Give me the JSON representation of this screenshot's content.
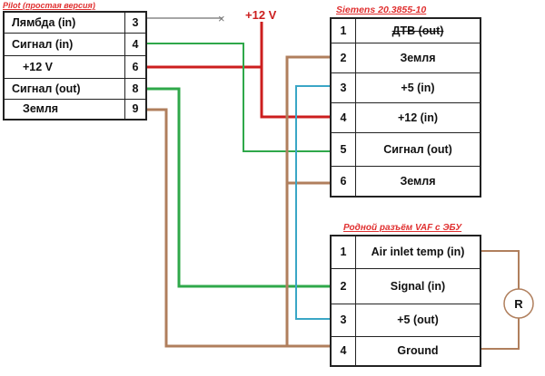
{
  "pilot": {
    "title": "Pilot (простая версия)",
    "rows": [
      {
        "label": "Лямбда (in)",
        "pin": "3"
      },
      {
        "label": "Сигнал (in)",
        "pin": "4"
      },
      {
        "label": "+12 V",
        "pin": "6"
      },
      {
        "label": "Сигнал (out)",
        "pin": "8"
      },
      {
        "label": "Земля",
        "pin": "9"
      }
    ]
  },
  "supply_label": "+12 V",
  "siemens": {
    "title": "Siemens 20.3855-10",
    "rows": [
      {
        "pin": "1",
        "label": "ДТВ (out)"
      },
      {
        "pin": "2",
        "label": "Земля"
      },
      {
        "pin": "3",
        "label": "+5 (in)"
      },
      {
        "pin": "4",
        "label": "+12 (in)"
      },
      {
        "pin": "5",
        "label": "Сигнал (out)"
      },
      {
        "pin": "6",
        "label": "Земля"
      }
    ]
  },
  "vaf": {
    "title": "Родной разъём VAF с ЭБУ",
    "rows": [
      {
        "pin": "1",
        "label": "Air inlet temp (in)"
      },
      {
        "pin": "2",
        "label": "Signal (in)"
      },
      {
        "pin": "3",
        "label": "+5 (out)"
      },
      {
        "pin": "4",
        "label": "Ground"
      }
    ]
  },
  "resistor_label": "R",
  "wire_colors": {
    "power": "#cc1e1e",
    "signal": "#2fa84a",
    "ground": "#b07f5d",
    "reference": "#3aa6c6",
    "unused": "#888888"
  }
}
